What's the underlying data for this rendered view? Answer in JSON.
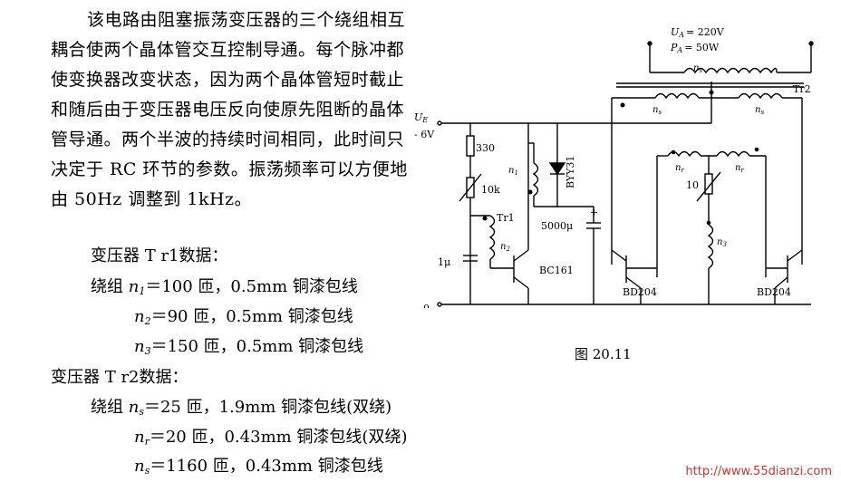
{
  "description": {
    "paragraph": "该电路由阻塞振荡变压器的三个绕组相互耦合使两个晶体管交互控制导通。每个脉冲都使变换器改变状态，因为两个晶体管短时截止和随后由于变压器电压反向使原先阻断的晶体管导通。两个半波的持续时间相同，此时间只决定于 RC 环节的参数。振荡频率可以方便地由 50Hz 调整到 1kHz。"
  },
  "tr1": {
    "heading": "变压器 T r1数据：",
    "rows": [
      {
        "prefix": "绕组",
        "label": "n",
        "sub": "1",
        "value": "＝100 匝，0.5mm 铜漆包线"
      },
      {
        "label": "n",
        "sub": "2",
        "value": "＝90 匝，0.5mm 铜漆包线"
      },
      {
        "label": "n",
        "sub": "3",
        "value": "＝150 匝，0.5mm 铜漆包线"
      }
    ]
  },
  "tr2": {
    "heading": "变压器 T r2数据：",
    "rows": [
      {
        "prefix": "绕组",
        "label": "n",
        "sub": "s",
        "value": "＝25 匝，1.9mm 铜漆包线(双绕)"
      },
      {
        "label": "n",
        "sub": "r",
        "value": "＝20 匝，0.43mm 铜漆包线(双绕)"
      },
      {
        "label": "n",
        "sub": "s",
        "value": "＝1160 匝，0.43mm 铜漆包线"
      }
    ]
  },
  "circuit": {
    "ua": "U",
    "ua_sub": "A",
    "ua_val": "= 220V",
    "pa": "P",
    "pa_sub": "A",
    "pa_val": "= 50W",
    "ue": "U",
    "ue_sub": "E",
    "ue_val": "- 6V",
    "r1": "330",
    "r2": "10k",
    "c1": "1μ",
    "c2": "5000μ",
    "plus": "+",
    "tr1": "Tr1",
    "tr2": "Tr2",
    "n1": "n",
    "n1_sub": "1",
    "n2": "n",
    "n2_sub": "2",
    "n3": "n",
    "n3_sub": "3",
    "ns": "n",
    "ns_sub": "s",
    "nr": "n",
    "nr_sub": "r",
    "r10": "10",
    "diode": "BYY31",
    "t1": "BC161",
    "t2": "BD204",
    "t3": "BD204",
    "zero": "0"
  },
  "caption": "图 20.11",
  "watermark": "http://www.55dianzi.com"
}
